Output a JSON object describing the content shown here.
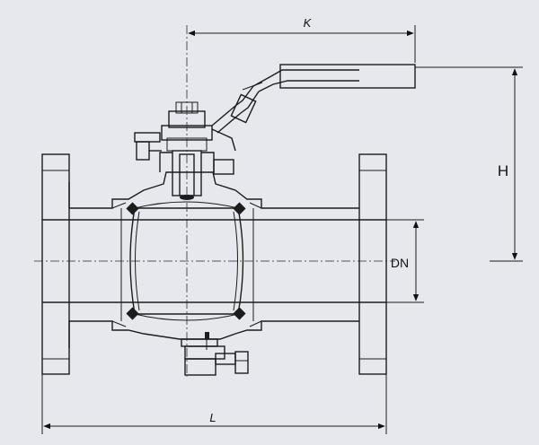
{
  "dimensions": {
    "k_label": "K",
    "h_label": "H",
    "dn_label": "DN",
    "l_label": "L"
  }
}
